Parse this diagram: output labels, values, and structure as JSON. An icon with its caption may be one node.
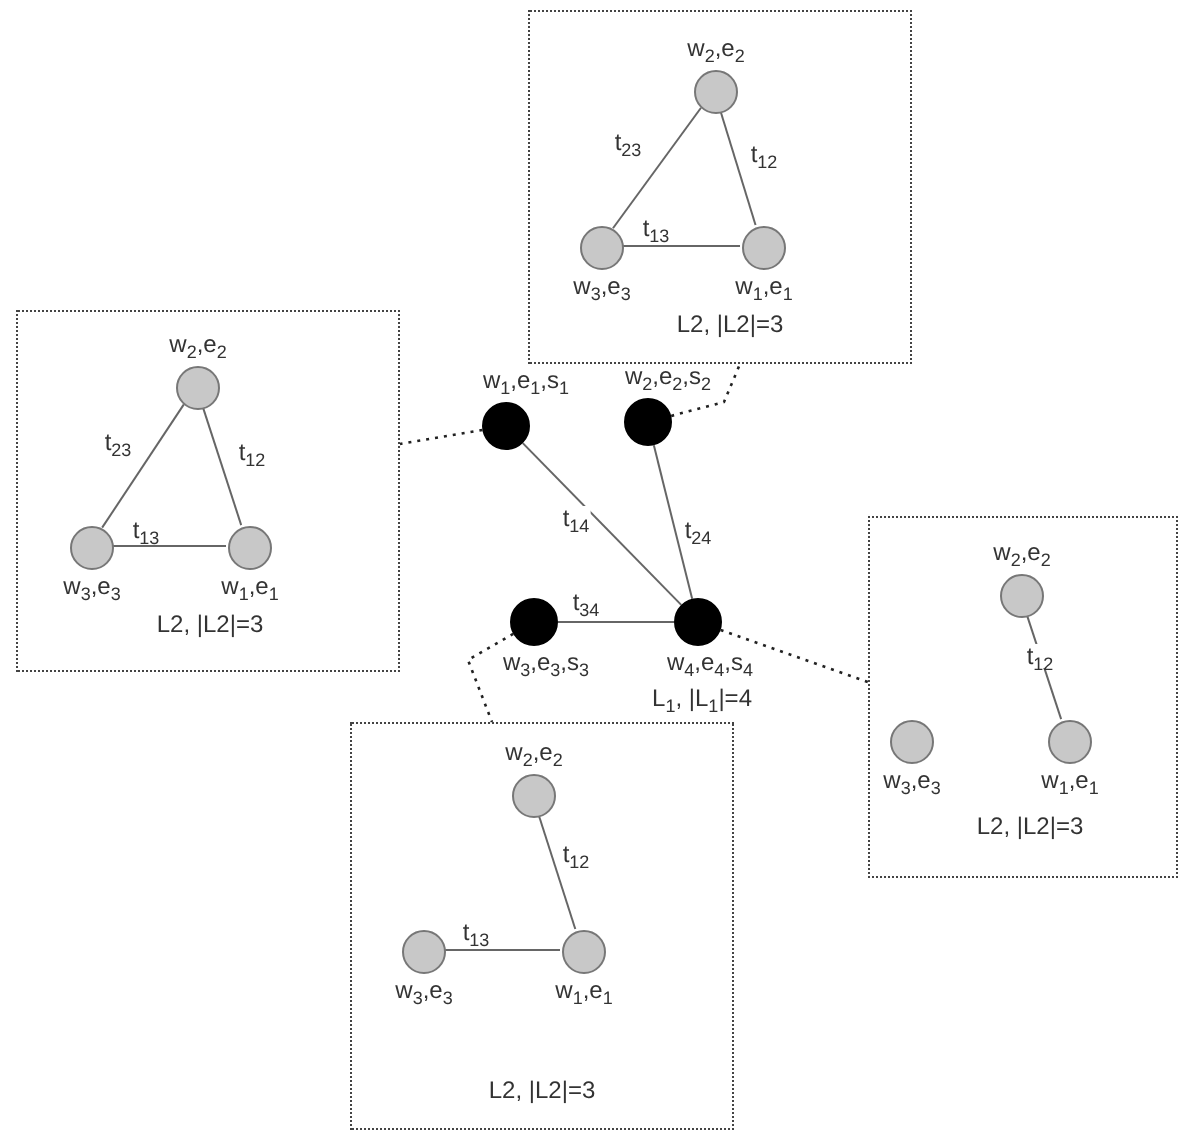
{
  "diagram": {
    "nodes": [
      {
        "text": [
          "L2, |L2|=3"
        ]
      },
      {
        "text": [
          "w$_{2}$,e$_{2}$"
        ],
        "in": 0
      },
      {
        "text": [
          "w$_{3}$,e$_{3}$"
        ],
        "in": 0
      },
      {
        "text": [
          "w$_{1}$,e$_{1}$"
        ],
        "in": 0
      },
      {
        "text": [
          "L2, |L2|=3"
        ]
      },
      {
        "text": [
          "w$_{2}$,e$_{2}$"
        ],
        "in": 4
      },
      {
        "text": [
          "w$_{3}$,e$_{3}$"
        ],
        "in": 4
      },
      {
        "text": [
          "w$_{1}$,e$_{1}$"
        ],
        "in": 4
      },
      {
        "text": [
          "w$_{1}$,e$_{1}$,s$_{1}$"
        ]
      },
      {
        "text": [
          "w$_{2}$,e$_{2}$,s$_{2}$"
        ]
      },
      {
        "text": [
          "w$_{3}$,e$_{3}$,s$_{3}$"
        ]
      },
      {
        "text": [
          "w$_{4}$,e$_{4}$,s$_{4}$"
        ]
      },
      {
        "text": [
          "L2, |L2|=3"
        ]
      },
      {
        "text": [
          "w$_{2}$,e$_{2}$"
        ],
        "in": 12
      },
      {
        "text": [
          "w$_{3}$,e$_{3}$"
        ],
        "in": 12
      },
      {
        "text": [
          "w$_{1}$,e$_{1}$"
        ],
        "in": 12
      },
      {
        "text": [
          "L2, |L2|=3"
        ]
      },
      {
        "text": [
          "w$_{2}$,e$_{2}$"
        ],
        "in": 16
      },
      {
        "text": [
          "w$_{3}$,e$_{3}$"
        ],
        "in": 16
      },
      {
        "text": [
          "w$_{1}$,e$_{1}$"
        ],
        "in": 16
      }
    ],
    "edges": [
      {
        "from": 1,
        "to": 3,
        "arrow": "none",
        "label": "t$_{12}$"
      },
      {
        "from": 1,
        "to": 2,
        "arrow": "none",
        "label": "t$_{23}$"
      },
      {
        "from": 2,
        "to": 3,
        "arrow": "none",
        "label": "t$_{13}$"
      },
      {
        "from": 5,
        "to": 7,
        "arrow": "none",
        "label": "t$_{12}$"
      },
      {
        "from": 5,
        "to": 6,
        "arrow": "none",
        "label": "t$_{23}$"
      },
      {
        "from": 6,
        "to": 7,
        "arrow": "none",
        "label": "t$_{13}$"
      },
      {
        "from": 8,
        "to": 11,
        "arrow": "none",
        "label": "t$_{14}$"
      },
      {
        "from": 9,
        "to": 11,
        "arrow": "none",
        "label": "t$_{24}$"
      },
      {
        "from": 10,
        "to": 11,
        "arrow": "none",
        "label": "t$_{34}$"
      },
      {
        "from": 8,
        "to": 4,
        "arrow": "none",
        "style": "dashed"
      },
      {
        "from": 9,
        "to": 0,
        "arrow": "none",
        "style": "dashed"
      },
      {
        "from": 10,
        "to": 16,
        "arrow": "none",
        "style": "dashed"
      },
      {
        "from": 11,
        "to": 12,
        "arrow": "none",
        "style": "dashed"
      },
      {
        "from": 13,
        "to": 15,
        "arrow": "none",
        "label": "t$_{12}$"
      },
      {
        "from": 17,
        "to": 19,
        "arrow": "none",
        "label": "t$_{12}$"
      },
      {
        "from": 18,
        "to": 19,
        "arrow": "none",
        "label": "t$_{13}$"
      }
    ],
    "labels": [
      "L$_{1}$, |L$_{1}$|=4"
    ]
  }
}
